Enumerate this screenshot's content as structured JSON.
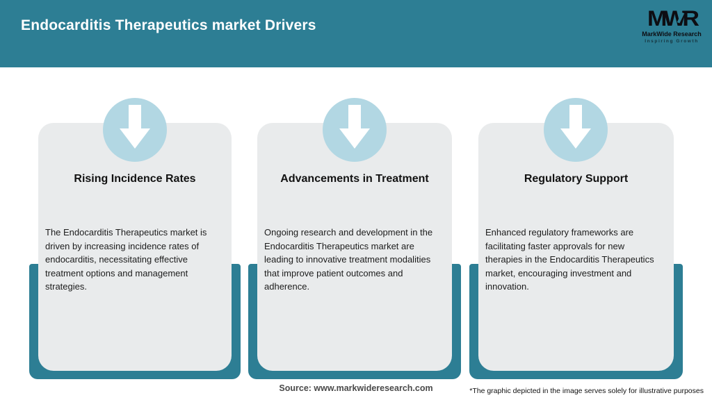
{
  "header": {
    "title": "Endocarditis Therapeutics market Drivers"
  },
  "logo": {
    "monogram": "MWR",
    "name": "MarkWide Research",
    "tagline": "Inspiring Growth"
  },
  "cards": [
    {
      "icon": "down-arrow-icon",
      "title": "Rising Incidence Rates",
      "body": "The Endocarditis Therapeutics market is driven by increasing incidence rates of endocarditis, necessitating effective treatment options and management strategies."
    },
    {
      "icon": "down-arrow-icon",
      "title": "Advancements in Treatment",
      "body": "Ongoing research and development in the Endocarditis Therapeutics market are leading to innovative treatment modalities that improve patient outcomes and adherence."
    },
    {
      "icon": "down-arrow-icon",
      "title": "Regulatory Support",
      "body": "Enhanced regulatory frameworks are facilitating faster approvals for new therapies in the Endocarditis Therapeutics market, encouraging investment and innovation."
    }
  ],
  "footer": {
    "source": "Source: www.markwideresearch.com",
    "disclaimer": "*The graphic depicted in the image serves solely for illustrative purposes"
  },
  "colors": {
    "header_teal": "#2D7E94",
    "badge_blue": "#B2D7E3",
    "card_gray": "#E9EBEC",
    "logo_black": "#0D0D12"
  }
}
